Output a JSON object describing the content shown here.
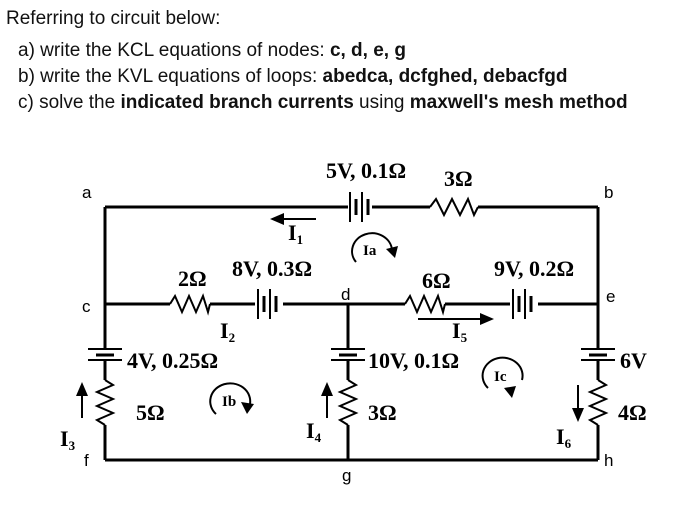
{
  "question": {
    "intro": "Referring to circuit below:",
    "a_prefix": "a) write the KCL equations of nodes: ",
    "a_bold": "c, d, e, g",
    "b_prefix": "b) write the KVL equations of loops: ",
    "b_bold": "abedca, dcfghed, debacfgd",
    "c_prefix": "c) solve the ",
    "c_bold1": "indicated branch currents",
    "c_mid": " using ",
    "c_bold2": "maxwell's mesh method"
  },
  "circuit": {
    "nodes": {
      "a": "a",
      "b": "b",
      "c": "c",
      "d": "d",
      "e": "e",
      "f": "f",
      "g": "g",
      "h": "h"
    },
    "components": {
      "top_source": "5V, 0.1Ω",
      "top_resistor": "3Ω",
      "cd_resistor": "2Ω",
      "cd_source": "8V, 0.3Ω",
      "de_resistor": "6Ω",
      "de_source": "9V, 0.2Ω",
      "left_source": "4V, 0.25Ω",
      "left_resistor": "5Ω",
      "mid_source": "10V, 0.1Ω",
      "mid_resistor": "3Ω",
      "right_source": "6V",
      "right_resistor": "4Ω"
    },
    "currents": {
      "i1": {
        "main": "I",
        "sub": "1"
      },
      "i2": {
        "main": "I",
        "sub": "2"
      },
      "i3": {
        "main": "I",
        "sub": "3"
      },
      "i4": {
        "main": "I",
        "sub": "4"
      },
      "i5": {
        "main": "I",
        "sub": "5"
      },
      "i6": {
        "main": "I",
        "sub": "6"
      }
    },
    "meshes": {
      "ia": "Ia",
      "ib": "Ib",
      "ic": "Ic"
    }
  }
}
